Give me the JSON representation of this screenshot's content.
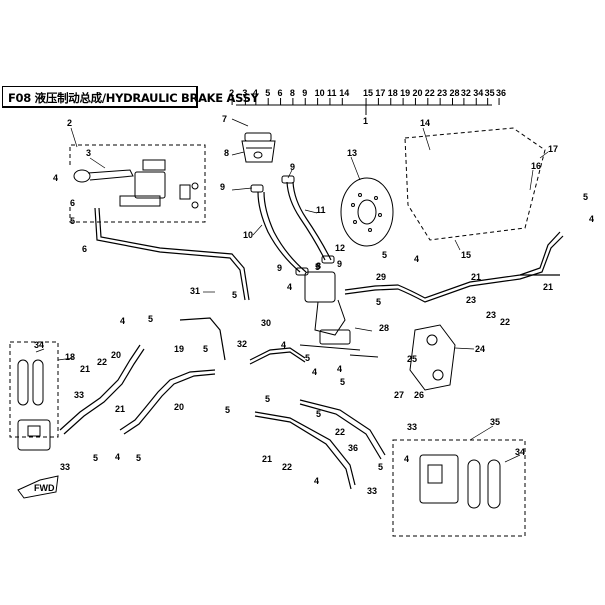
{
  "title": "F08 液压制动总成/HYDRAULIC BRAKE ASSY",
  "top_callout_numbers": [
    "2",
    "3",
    "4",
    "5",
    "6",
    "8",
    "9",
    "10",
    "11",
    "14",
    "15",
    "17",
    "18",
    "19",
    "20",
    "22",
    "23",
    "28",
    "32",
    "34",
    "35",
    "36"
  ],
  "top_callout_main": "1",
  "fwd_label": "FWD",
  "callouts": [
    {
      "id": "c7",
      "text": "7"
    },
    {
      "id": "c2",
      "text": "2"
    },
    {
      "id": "c3",
      "text": "3"
    },
    {
      "id": "c4a",
      "text": "4"
    },
    {
      "id": "c5a",
      "text": "5"
    },
    {
      "id": "c6a",
      "text": "6"
    },
    {
      "id": "c6b",
      "text": "6"
    },
    {
      "id": "c8a",
      "text": "8"
    },
    {
      "id": "c9a",
      "text": "9"
    },
    {
      "id": "c9b",
      "text": "9"
    },
    {
      "id": "c10",
      "text": "10"
    },
    {
      "id": "c11",
      "text": "11"
    },
    {
      "id": "c8b",
      "text": "8"
    },
    {
      "id": "c13",
      "text": "13"
    },
    {
      "id": "c5b",
      "text": "5"
    },
    {
      "id": "c12",
      "text": "12"
    },
    {
      "id": "c14",
      "text": "14"
    },
    {
      "id": "c16",
      "text": "16"
    },
    {
      "id": "c17",
      "text": "17"
    },
    {
      "id": "c15",
      "text": "15"
    },
    {
      "id": "c5c",
      "text": "5"
    },
    {
      "id": "c4b",
      "text": "4"
    },
    {
      "id": "c9c",
      "text": "9"
    },
    {
      "id": "c9d",
      "text": "9"
    },
    {
      "id": "c5d",
      "text": "5"
    },
    {
      "id": "c4c",
      "text": "4"
    },
    {
      "id": "c31",
      "text": "31"
    },
    {
      "id": "c5e",
      "text": "5"
    },
    {
      "id": "c4d",
      "text": "4"
    },
    {
      "id": "c29",
      "text": "29"
    },
    {
      "id": "c5f",
      "text": "5"
    },
    {
      "id": "c21a",
      "text": "21"
    },
    {
      "id": "c21b",
      "text": "21"
    },
    {
      "id": "c22a",
      "text": "22"
    },
    {
      "id": "c23a",
      "text": "23"
    },
    {
      "id": "c23b",
      "text": "23"
    },
    {
      "id": "c28",
      "text": "28"
    },
    {
      "id": "c30",
      "text": "30"
    },
    {
      "id": "c24",
      "text": "24"
    },
    {
      "id": "c25",
      "text": "25"
    },
    {
      "id": "c27",
      "text": "27"
    },
    {
      "id": "c26",
      "text": "26"
    },
    {
      "id": "c4e",
      "text": "4"
    },
    {
      "id": "c5g",
      "text": "5"
    },
    {
      "id": "c34a",
      "text": "34"
    },
    {
      "id": "c18",
      "text": "18"
    },
    {
      "id": "c20a",
      "text": "20"
    },
    {
      "id": "c19",
      "text": "19"
    },
    {
      "id": "c5h",
      "text": "5"
    },
    {
      "id": "c32",
      "text": "32"
    },
    {
      "id": "c4f",
      "text": "4"
    },
    {
      "id": "c5i",
      "text": "5"
    },
    {
      "id": "c4g",
      "text": "4"
    },
    {
      "id": "c21c",
      "text": "21"
    },
    {
      "id": "c22b",
      "text": "22"
    },
    {
      "id": "c21d",
      "text": "21"
    },
    {
      "id": "c20b",
      "text": "20"
    },
    {
      "id": "c33a",
      "text": "33"
    },
    {
      "id": "c4h",
      "text": "4"
    },
    {
      "id": "c5j",
      "text": "5"
    },
    {
      "id": "c33b",
      "text": "33"
    },
    {
      "id": "c5k",
      "text": "5"
    },
    {
      "id": "c5l",
      "text": "5"
    },
    {
      "id": "c5m",
      "text": "5"
    },
    {
      "id": "c4i",
      "text": "4"
    },
    {
      "id": "c22c",
      "text": "22"
    },
    {
      "id": "c21e",
      "text": "21"
    },
    {
      "id": "c22d",
      "text": "22"
    },
    {
      "id": "c36",
      "text": "36"
    },
    {
      "id": "c33c",
      "text": "33"
    },
    {
      "id": "c35",
      "text": "35"
    },
    {
      "id": "c4j",
      "text": "4"
    },
    {
      "id": "c5n",
      "text": "5"
    },
    {
      "id": "c34b",
      "text": "34"
    },
    {
      "id": "c33d",
      "text": "33"
    },
    {
      "id": "c4k",
      "text": "4"
    },
    {
      "id": "c5o",
      "text": "5"
    },
    {
      "id": "c5p",
      "text": "5"
    }
  ]
}
